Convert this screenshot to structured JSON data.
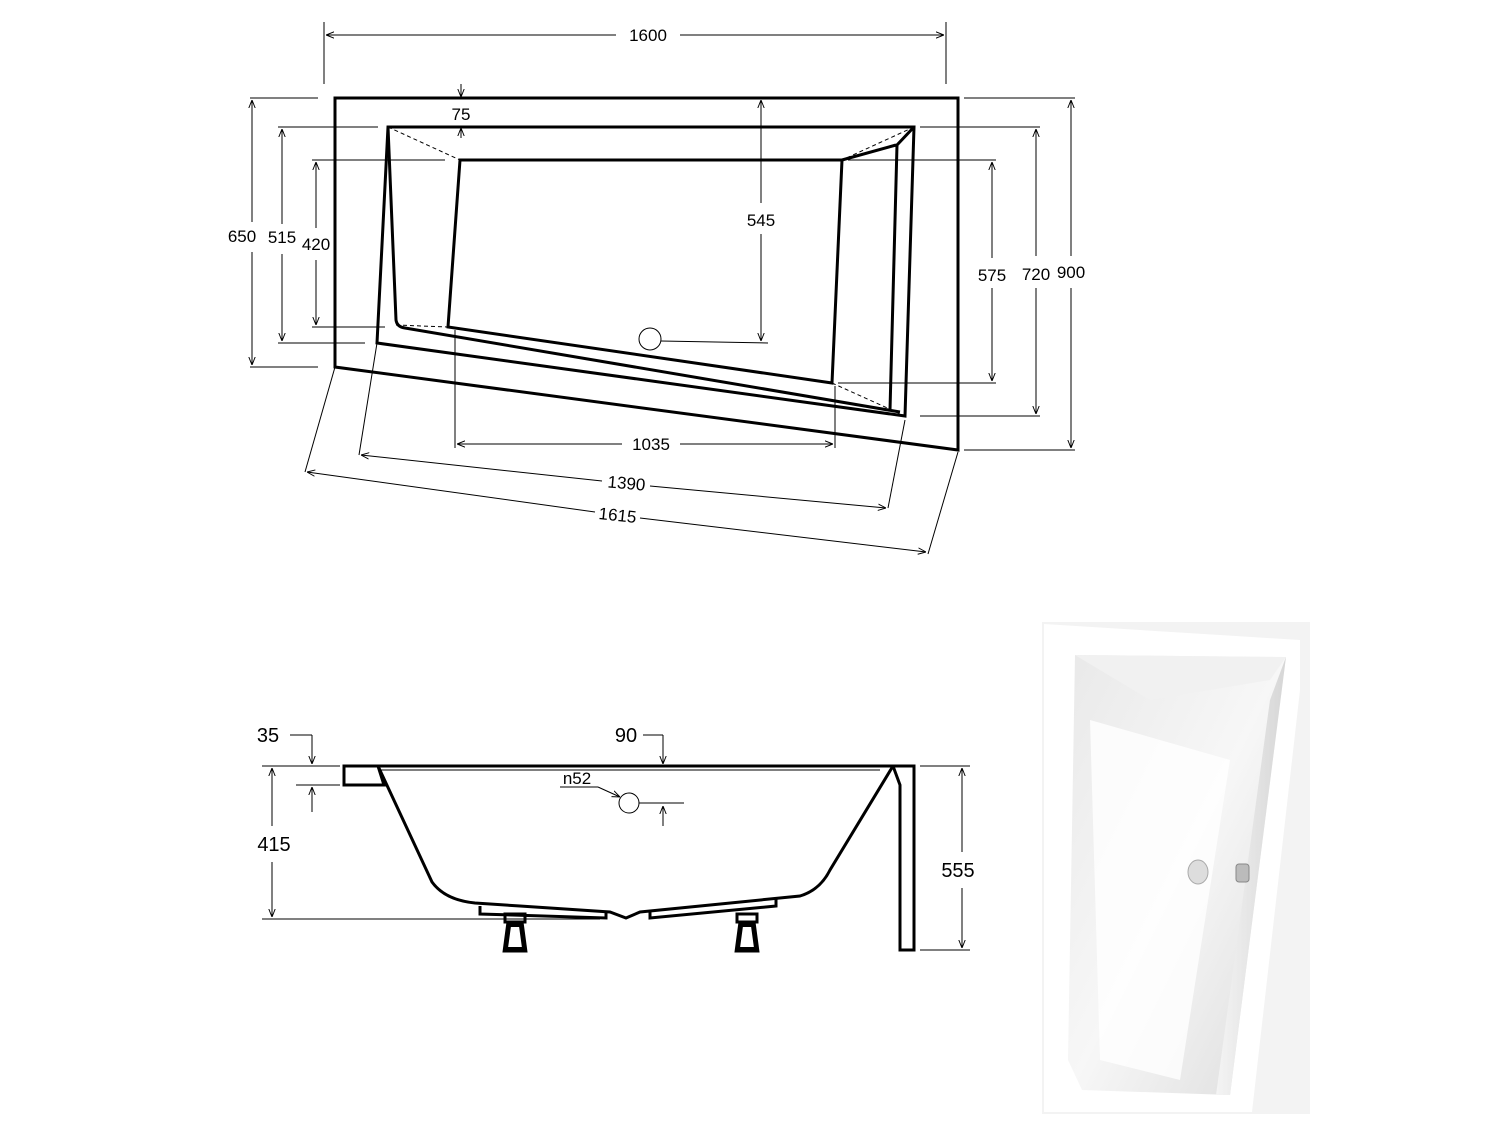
{
  "top_view": {
    "dims": {
      "length_1600": "1600",
      "rim_75": "75",
      "h_650": "650",
      "h_515": "515",
      "h_420": "420",
      "depth_545": "545",
      "h_575": "575",
      "h_720": "720",
      "h_900": "900",
      "w_1035": "1035",
      "w_1390": "1390",
      "w_1615": "1615"
    }
  },
  "side_view": {
    "dims": {
      "rim_35": "35",
      "drain_90": "90",
      "drain_n52": "n52",
      "depth_415": "415",
      "height_555": "555"
    }
  },
  "colors": {
    "line": "#000000",
    "background": "#ffffff",
    "render_tub": "#ffffff"
  }
}
